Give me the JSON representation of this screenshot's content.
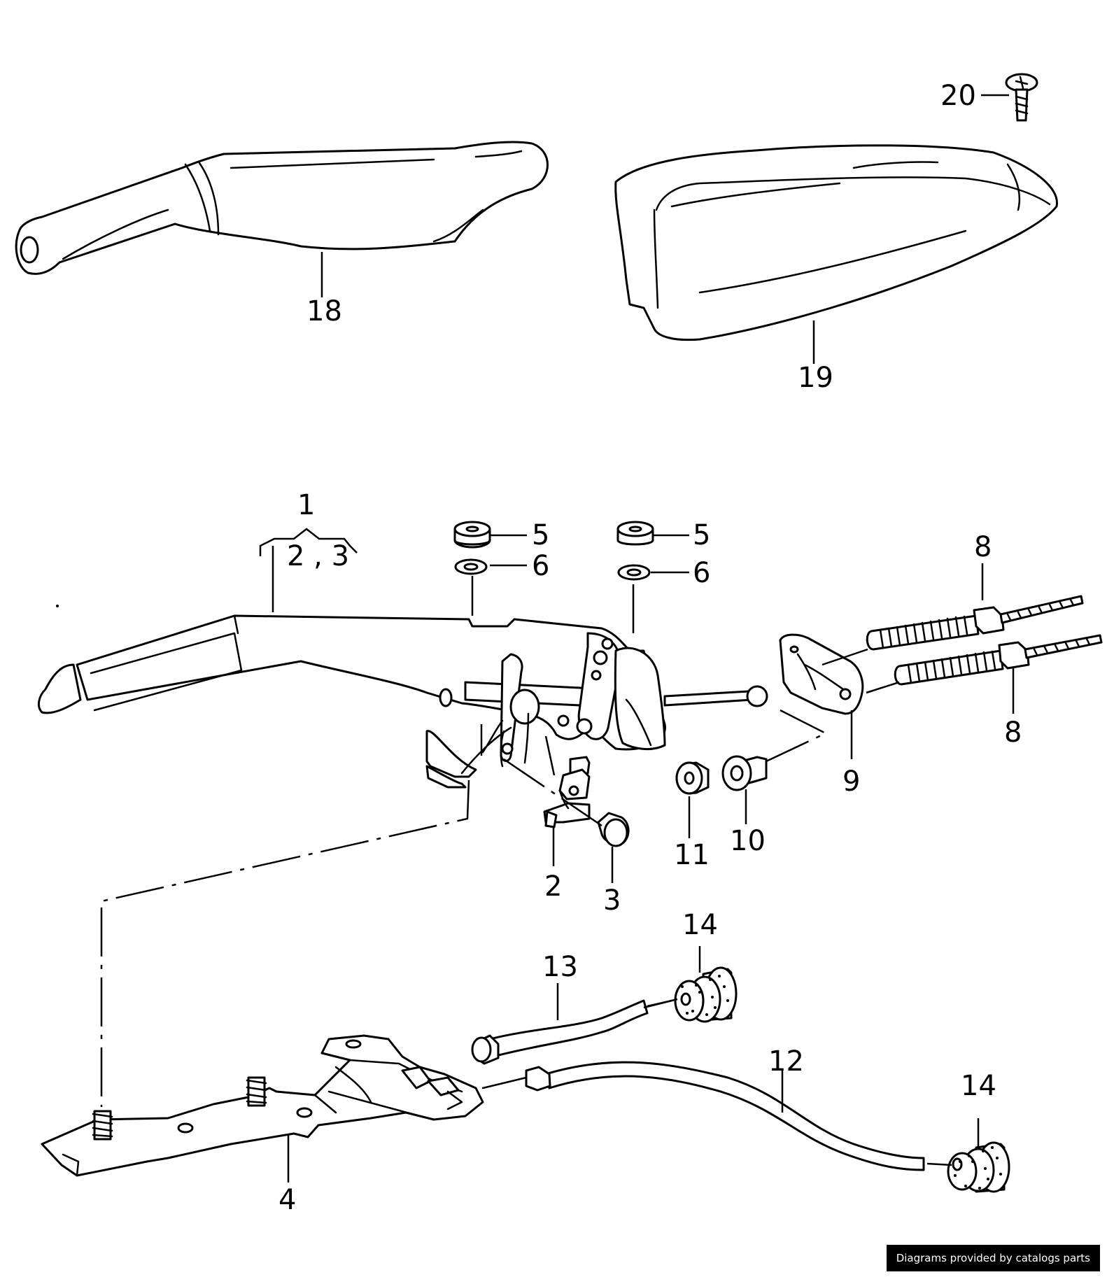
{
  "callouts": {
    "c18": "18",
    "c19": "19",
    "c20": "20",
    "c1": "1",
    "c23": "2 , 3",
    "c5a": "5",
    "c5b": "5",
    "c6a": "6",
    "c6b": "6",
    "c8a": "8",
    "c8b": "8",
    "c9": "9",
    "c10": "10",
    "c11": "11",
    "c2": "2",
    "c3": "3",
    "c13": "13",
    "c14a": "14",
    "c14b": "14",
    "c12": "12",
    "c4": "4"
  },
  "credit": "Diagrams provided by catalogs parts",
  "colors": {
    "line": "#000000",
    "background": "#ffffff",
    "badge": "#000000"
  }
}
